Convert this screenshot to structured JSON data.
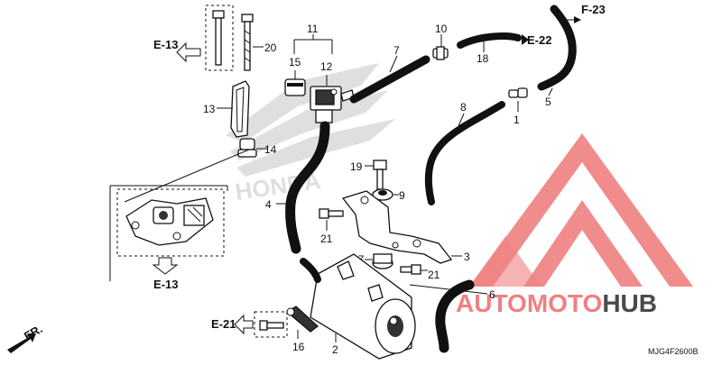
{
  "callouts": {
    "c1": "1",
    "c2": "2",
    "c3": "3",
    "c4": "4",
    "c5": "5",
    "c6": "6",
    "c7": "7",
    "c8": "8",
    "c9": "9",
    "c10": "10",
    "c11": "11",
    "c12": "12",
    "c13": "13",
    "c14": "14",
    "c15": "15",
    "c16": "16",
    "c17": "17",
    "c18": "18",
    "c19": "19",
    "c20": "20",
    "c21a": "21",
    "c21b": "21"
  },
  "references": {
    "e13_top": "E-13",
    "e13_bottom": "E-13",
    "e21": "E-21",
    "e22": "E-22",
    "f23": "F-23",
    "front": "FR."
  },
  "diagram_code": "MJG4F2600B",
  "watermark": {
    "word_part1": "AUTO",
    "word_part2": "MOTO",
    "word_part3": "HUB",
    "accent_color": "#f08080",
    "dark_color": "#4a4a4a"
  },
  "background_logo": "HONDA"
}
